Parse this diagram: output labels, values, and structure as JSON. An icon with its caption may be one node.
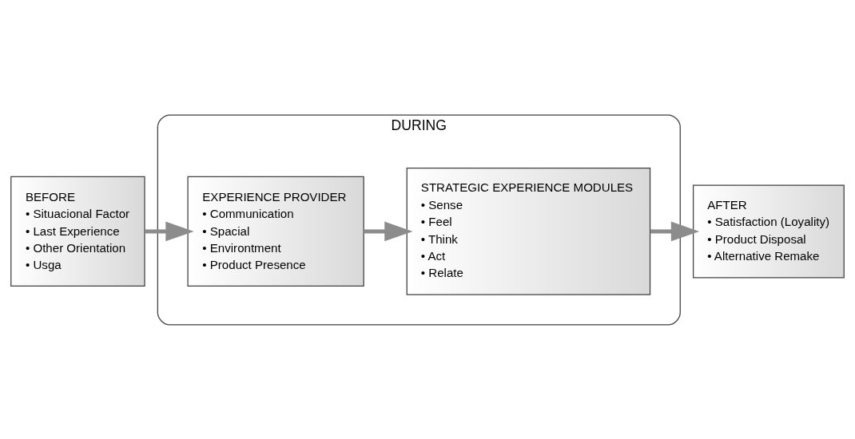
{
  "diagram": {
    "nodes": [
      {
        "text": [
          "DURING"
        ]
      },
      {
        "text": [
          "BEFORE",
          "• Situacional Factor",
          "• Last Experience",
          "• Other Orientation",
          "• Usga"
        ]
      },
      {
        "text": [
          "EXPERIENCE PROVIDER",
          "• Communication",
          "• Spacial",
          "• Environtment",
          "• Product Presence"
        ],
        "in": 0
      },
      {
        "text": [
          "STRATEGIC EXPERIENCE MODULES",
          "• Sense",
          "• Feel",
          "• Think",
          "• Act",
          "• Relate"
        ],
        "in": 0
      },
      {
        "text": [
          "AFTER",
          "• Satisfaction (Loyality)",
          "• Product Disposal",
          "• Alternative Remake"
        ]
      }
    ],
    "edges": [
      {
        "from": 1,
        "to": 2,
        "arrow": "to"
      },
      {
        "from": 2,
        "to": 3,
        "arrow": "to"
      },
      {
        "from": 3,
        "to": 4,
        "arrow": "to"
      }
    ]
  }
}
